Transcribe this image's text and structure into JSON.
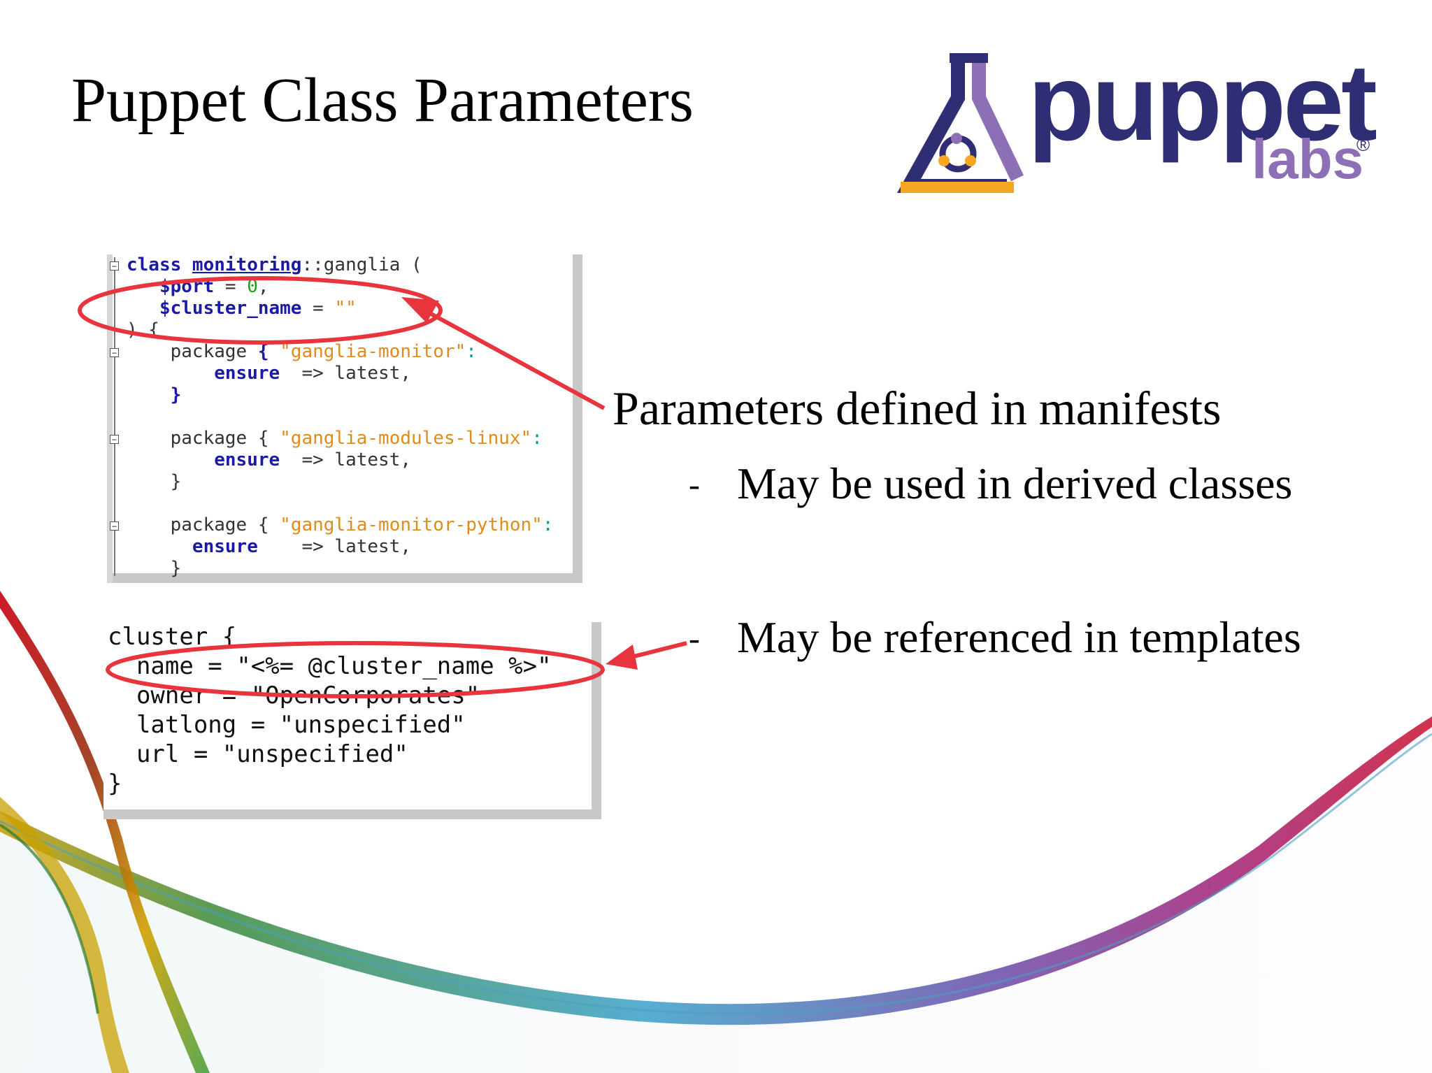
{
  "slide": {
    "title": "Puppet Class Parameters",
    "logo": {
      "word": "puppet",
      "sub": "labs",
      "reg": "®"
    },
    "manifest_code": [
      [
        {
          "c": "kw",
          "t": "class "
        },
        {
          "c": "kwu",
          "t": "monitoring"
        },
        {
          "c": "pl",
          "t": "::ganglia ("
        }
      ],
      [
        {
          "c": "pl",
          "t": "   "
        },
        {
          "c": "var",
          "t": "$port"
        },
        {
          "c": "pl",
          "t": " = "
        },
        {
          "c": "num",
          "t": "0"
        },
        {
          "c": "pl",
          "t": ","
        }
      ],
      [
        {
          "c": "pl",
          "t": "   "
        },
        {
          "c": "var",
          "t": "$cluster_name"
        },
        {
          "c": "pl",
          "t": " = "
        },
        {
          "c": "str",
          "t": "\"\""
        }
      ],
      [
        {
          "c": "pl",
          "t": ") {"
        }
      ],
      [
        {
          "c": "pl",
          "t": "    package "
        },
        {
          "c": "br",
          "t": "{"
        },
        {
          "c": "str",
          "t": " \"ganglia-monitor\""
        },
        {
          "c": "tl",
          "t": ":"
        }
      ],
      [
        {
          "c": "pl",
          "t": "        "
        },
        {
          "c": "kw",
          "t": "ensure"
        },
        {
          "c": "pl",
          "t": "  => latest,"
        }
      ],
      [
        {
          "c": "pl",
          "t": "    "
        },
        {
          "c": "br",
          "t": "}"
        }
      ],
      [
        {
          "c": "pl",
          "t": ""
        }
      ],
      [
        {
          "c": "pl",
          "t": "    package { "
        },
        {
          "c": "str",
          "t": "\"ganglia-modules-linux\""
        },
        {
          "c": "tl",
          "t": ":"
        }
      ],
      [
        {
          "c": "pl",
          "t": "        "
        },
        {
          "c": "kw",
          "t": "ensure"
        },
        {
          "c": "pl",
          "t": "  => latest,"
        }
      ],
      [
        {
          "c": "pl",
          "t": "    }"
        }
      ],
      [
        {
          "c": "pl",
          "t": ""
        }
      ],
      [
        {
          "c": "pl",
          "t": "    package { "
        },
        {
          "c": "str",
          "t": "\"ganglia-monitor-python\""
        },
        {
          "c": "tl",
          "t": ":"
        }
      ],
      [
        {
          "c": "pl",
          "t": "      "
        },
        {
          "c": "kw",
          "t": "ensure"
        },
        {
          "c": "pl",
          "t": "    => latest,"
        }
      ],
      [
        {
          "c": "pl",
          "t": "    }"
        }
      ]
    ],
    "template_code": [
      "cluster {",
      "  name = \"<%= @cluster_name %>\"",
      "  owner = \"OpenCorporates\"",
      "  latlong = \"unspecified\"",
      "  url = \"unspecified\"",
      "}"
    ],
    "heading": "Parameters defined in manifests",
    "bullets": [
      "May be used in derived classes",
      "May be referenced in templates"
    ],
    "bullet_marker": "-",
    "colors": {
      "annotation_red": "#e8343c",
      "logo_navy": "#2f2d74",
      "logo_purple": "#8d6fb6",
      "logo_orange": "#f5a623"
    }
  }
}
